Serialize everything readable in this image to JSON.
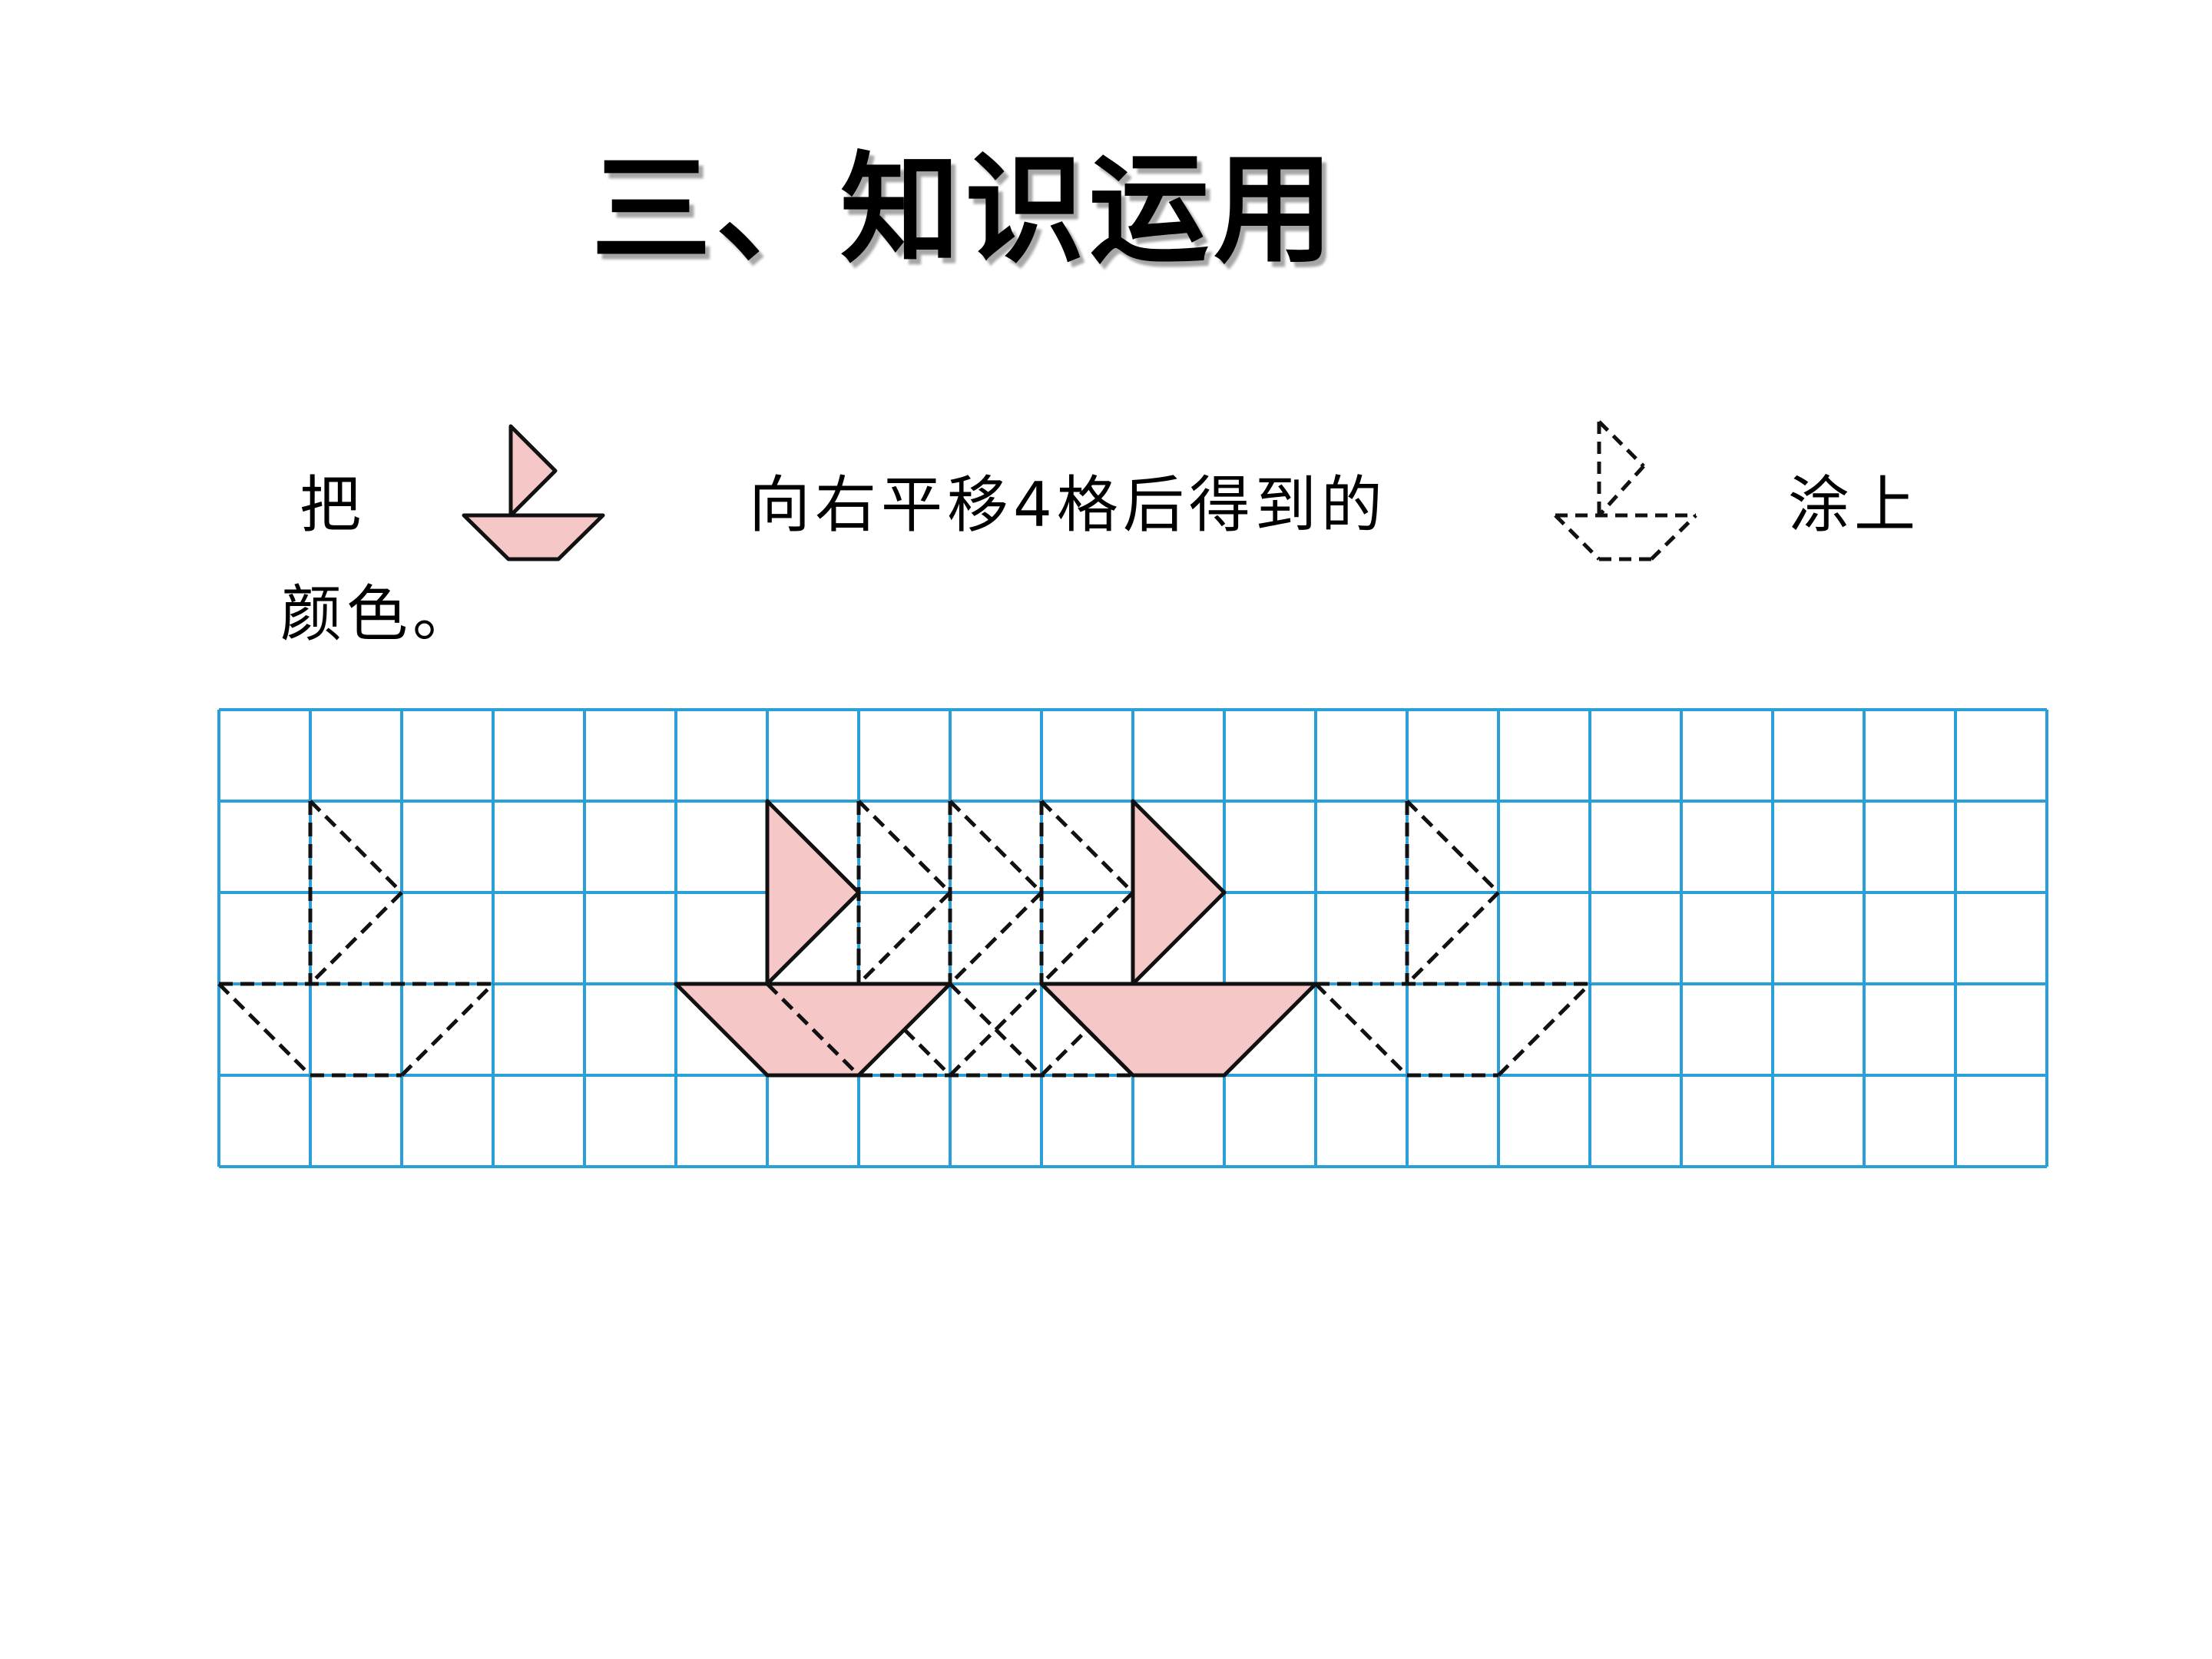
{
  "title": "三、知识运用",
  "instruction": {
    "part1": "把",
    "part2": "向右平移4格后得到的",
    "part3": "涂上",
    "part4": "颜色。"
  },
  "icons": {
    "solid_boat": "solid-pink-boat-icon",
    "dashed_boat": "dashed-boat-outline-icon"
  },
  "colors": {
    "grid_line": "#2a9fd8",
    "boat_fill": "#f6c7c7",
    "stroke": "#111111"
  },
  "grid": {
    "columns": 20,
    "rows": 5
  }
}
